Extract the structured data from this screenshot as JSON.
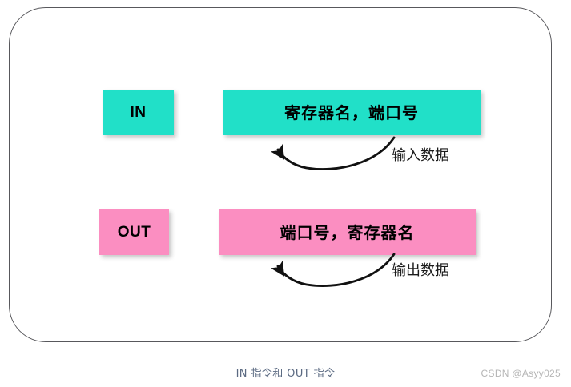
{
  "figure": {
    "caption": "IN 指令和 OUT 指令",
    "watermark": "CSDN @Asyy025",
    "frame_border_color": "#58585c",
    "background_color": "#ffffff"
  },
  "rows": [
    {
      "id": "in",
      "mnemonic": "IN",
      "operands": "寄存器名，端口号",
      "arrow_label": "输入数据",
      "color": "#21e0c8",
      "text_color": "#000000"
    },
    {
      "id": "out",
      "mnemonic": "OUT",
      "operands": "端口号，寄存器名",
      "arrow_label": "输出数据",
      "color": "#fb8ec1",
      "text_color": "#000000"
    }
  ]
}
